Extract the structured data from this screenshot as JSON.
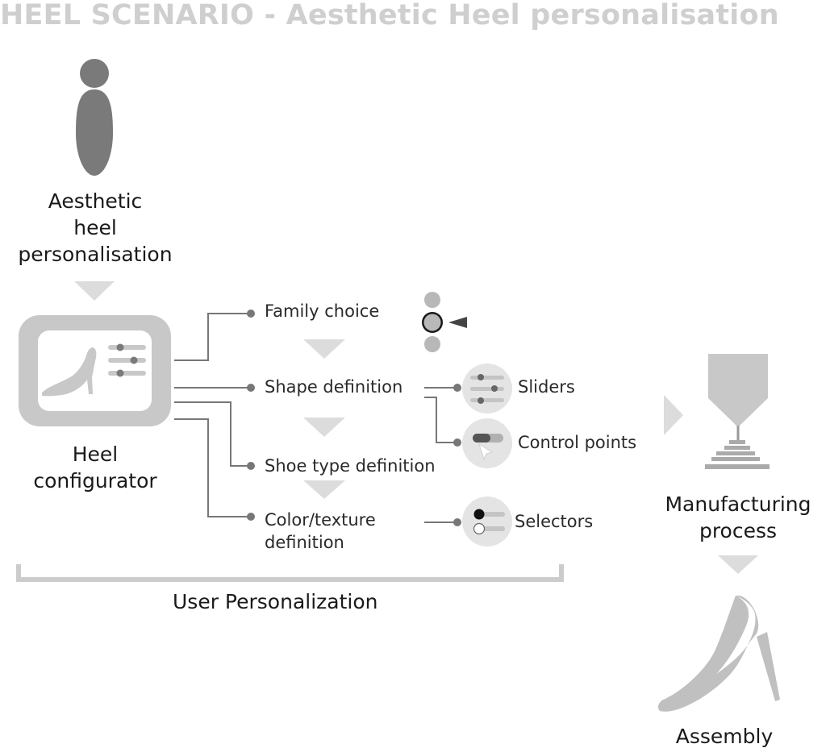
{
  "title": "HEEL SCENARIO - Aesthetic Heel personalisation",
  "actor": {
    "label_lines": [
      "Aesthetic",
      "heel",
      "personalisation"
    ],
    "icon": "person-icon"
  },
  "configurator": {
    "label_lines": [
      "Heel",
      "configurator"
    ],
    "icon": "monitor-heel-icon"
  },
  "steps": {
    "family_choice": "Family choice",
    "shape_definition": "Shape definition",
    "shoe_type_definition": "Shoe type definition",
    "color_texture_definition_lines": [
      "Color/texture",
      "definition"
    ]
  },
  "tools": {
    "sliders": "Sliders",
    "control_points": "Control points",
    "selectors": "Selectors"
  },
  "manufacturing": {
    "label_lines": [
      "Manufacturing",
      "process"
    ],
    "icon": "3d-printer-icon"
  },
  "assembly": {
    "label": "Assembly",
    "icon": "high-heel-shoe-icon"
  },
  "group_label": "User Personalization",
  "colors": {
    "title": "#cfcfcf",
    "icon_dark": "#7a7a7a",
    "icon_light": "#c8c8c8",
    "connector": "#777777",
    "arrow": "#dcdcdc"
  }
}
